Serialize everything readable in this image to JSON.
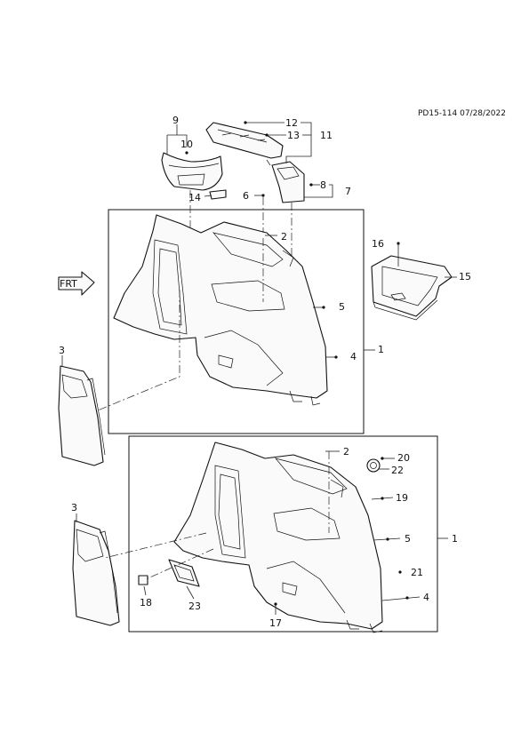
{
  "document_code": "PD15-114 07/28/2022",
  "front_arrow_text": "FRT",
  "callouts": [
    {
      "id": "c1a",
      "text": "1"
    },
    {
      "id": "c1b",
      "text": "1"
    },
    {
      "id": "c2a",
      "text": "2"
    },
    {
      "id": "c2b",
      "text": "2"
    },
    {
      "id": "c3a",
      "text": "3"
    },
    {
      "id": "c3b",
      "text": "3"
    },
    {
      "id": "c4a",
      "text": "4"
    },
    {
      "id": "c4b",
      "text": "4"
    },
    {
      "id": "c5a",
      "text": "5"
    },
    {
      "id": "c5b",
      "text": "5"
    },
    {
      "id": "c6",
      "text": "6"
    },
    {
      "id": "c7",
      "text": "7"
    },
    {
      "id": "c8",
      "text": "8"
    },
    {
      "id": "c9",
      "text": "9"
    },
    {
      "id": "c10",
      "text": "10"
    },
    {
      "id": "c11",
      "text": "11"
    },
    {
      "id": "c12",
      "text": "12"
    },
    {
      "id": "c13",
      "text": "13"
    },
    {
      "id": "c14",
      "text": "14"
    },
    {
      "id": "c15",
      "text": "15"
    },
    {
      "id": "c16",
      "text": "16"
    },
    {
      "id": "c17",
      "text": "17"
    },
    {
      "id": "c18",
      "text": "18"
    },
    {
      "id": "c19",
      "text": "19"
    },
    {
      "id": "c20",
      "text": "20"
    },
    {
      "id": "c21",
      "text": "21"
    },
    {
      "id": "c22",
      "text": "22"
    },
    {
      "id": "c23",
      "text": "23"
    }
  ]
}
